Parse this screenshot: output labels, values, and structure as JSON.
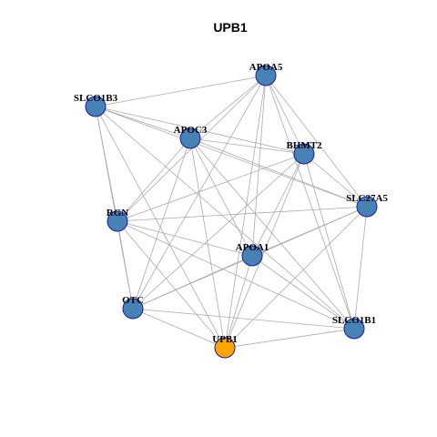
{
  "title": "UPB1",
  "colors": {
    "node_fill": "#4682B4",
    "node_stroke": "#1a1aa6",
    "focus_fill": "#FFA500",
    "edge": "#aaaaaa",
    "label": "#000000"
  },
  "nodes": [
    {
      "id": "APOA5",
      "label": "APOA5",
      "focus": false
    },
    {
      "id": "SLCO1B3",
      "label": "SLCO1B3",
      "focus": false
    },
    {
      "id": "APOC3",
      "label": "APOC3",
      "focus": false
    },
    {
      "id": "BHMT2",
      "label": "BHMT2",
      "focus": false
    },
    {
      "id": "SLC27A5",
      "label": "SLC27A5",
      "focus": false
    },
    {
      "id": "RGN",
      "label": "RGN",
      "focus": false
    },
    {
      "id": "APOA1",
      "label": "APOA1",
      "focus": false
    },
    {
      "id": "OTC",
      "label": "OTC",
      "focus": false
    },
    {
      "id": "SLCO1B1",
      "label": "SLCO1B1",
      "focus": false
    },
    {
      "id": "UPB1",
      "label": "UPB1",
      "focus": true
    }
  ],
  "edges": [
    [
      "SLCO1B3",
      "APOA5"
    ],
    [
      "SLCO1B3",
      "APOC3"
    ],
    [
      "SLCO1B3",
      "BHMT2"
    ],
    [
      "SLCO1B3",
      "SLC27A5"
    ],
    [
      "SLCO1B3",
      "RGN"
    ],
    [
      "SLCO1B3",
      "OTC"
    ],
    [
      "SLCO1B3",
      "UPB1"
    ],
    [
      "SLCO1B3",
      "SLCO1B1"
    ],
    [
      "APOA5",
      "APOC3"
    ],
    [
      "APOA5",
      "BHMT2"
    ],
    [
      "APOA5",
      "SLC27A5"
    ],
    [
      "APOA5",
      "RGN"
    ],
    [
      "APOA5",
      "APOA1"
    ],
    [
      "APOA5",
      "OTC"
    ],
    [
      "APOA5",
      "UPB1"
    ],
    [
      "APOA5",
      "SLCO1B1"
    ],
    [
      "APOC3",
      "BHMT2"
    ],
    [
      "APOC3",
      "SLC27A5"
    ],
    [
      "APOC3",
      "RGN"
    ],
    [
      "APOC3",
      "APOA1"
    ],
    [
      "APOC3",
      "OTC"
    ],
    [
      "APOC3",
      "UPB1"
    ],
    [
      "APOC3",
      "SLCO1B1"
    ],
    [
      "BHMT2",
      "SLC27A5"
    ],
    [
      "BHMT2",
      "RGN"
    ],
    [
      "BHMT2",
      "APOA1"
    ],
    [
      "BHMT2",
      "OTC"
    ],
    [
      "BHMT2",
      "UPB1"
    ],
    [
      "BHMT2",
      "SLCO1B1"
    ],
    [
      "SLC27A5",
      "RGN"
    ],
    [
      "SLC27A5",
      "APOA1"
    ],
    [
      "SLC27A5",
      "OTC"
    ],
    [
      "SLC27A5",
      "UPB1"
    ],
    [
      "SLC27A5",
      "SLCO1B1"
    ],
    [
      "RGN",
      "APOA1"
    ],
    [
      "RGN",
      "OTC"
    ],
    [
      "RGN",
      "UPB1"
    ],
    [
      "RGN",
      "SLCO1B1"
    ],
    [
      "APOA1",
      "OTC"
    ],
    [
      "APOA1",
      "UPB1"
    ],
    [
      "APOA1",
      "SLCO1B1"
    ],
    [
      "OTC",
      "UPB1"
    ],
    [
      "OTC",
      "SLCO1B1"
    ],
    [
      "UPB1",
      "SLCO1B1"
    ]
  ]
}
